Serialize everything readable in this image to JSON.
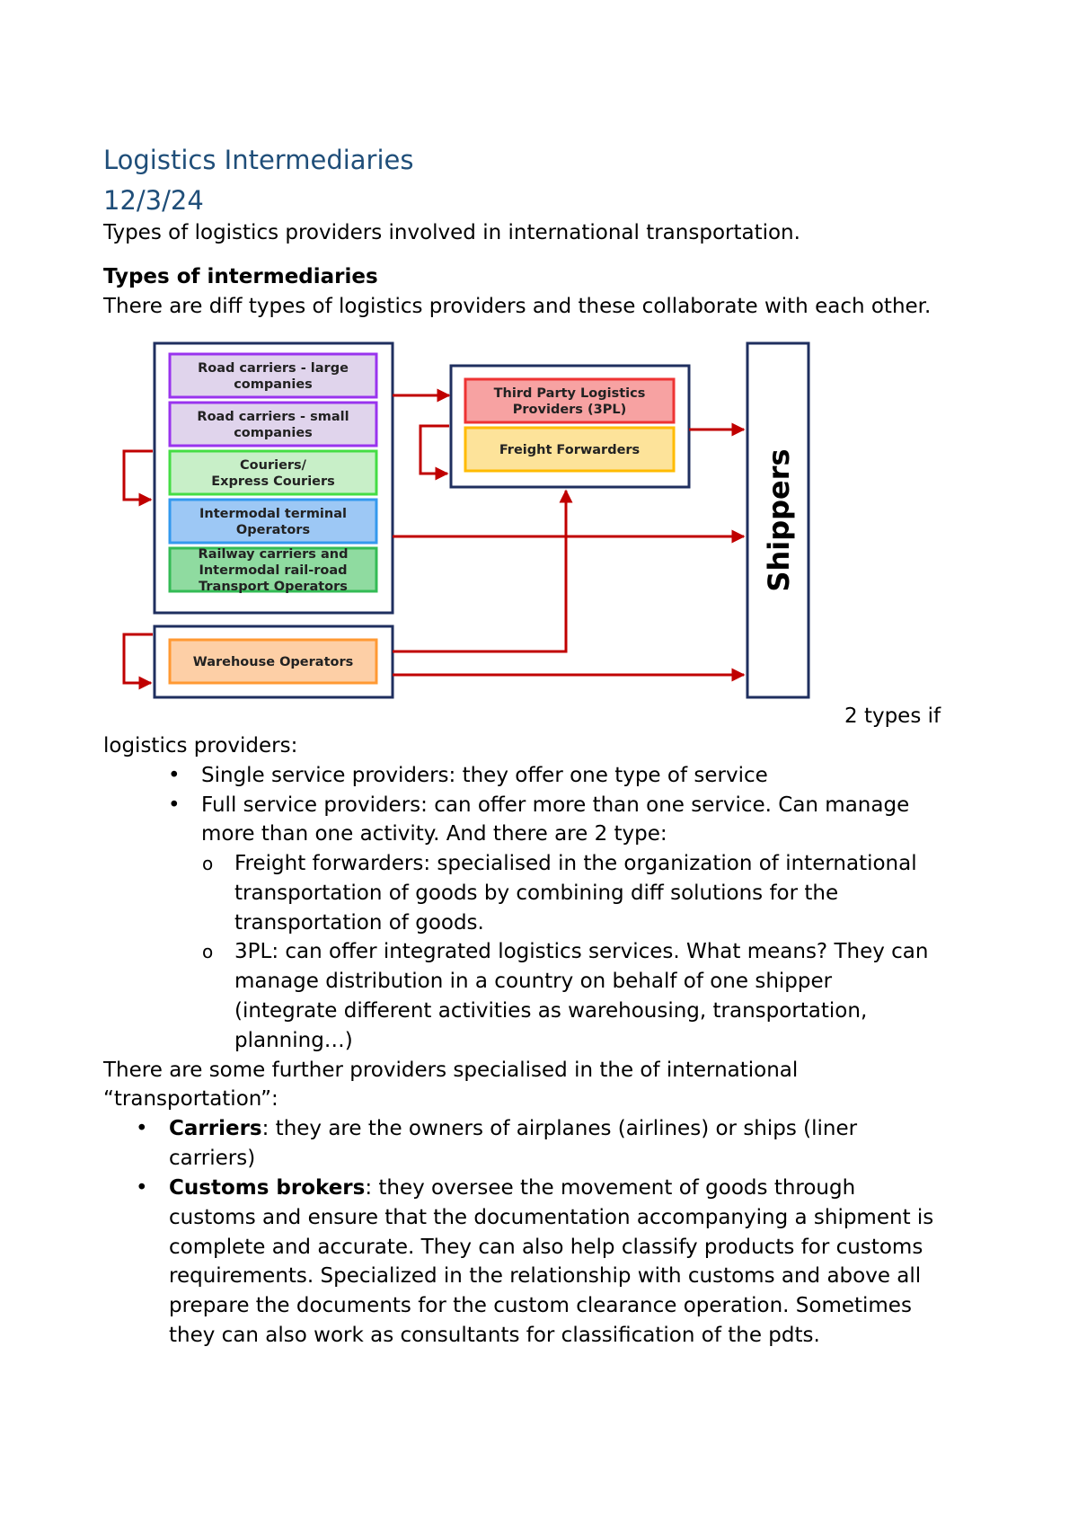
{
  "document": {
    "title": "Logistics Intermediaries",
    "date": "12/3/24",
    "intro": "Types of logistics providers involved in international transportation.",
    "section_heading": "Types of intermediaries",
    "section_text": "There are diff types of logistics providers and these collaborate with each other."
  },
  "diagram": {
    "left_boxes": [
      {
        "lines": [
          "Road carriers - large",
          "companies"
        ],
        "fill": "#e0d4ec",
        "stroke": "#9933ee"
      },
      {
        "lines": [
          "Road carriers - small",
          "companies"
        ],
        "fill": "#e0d4ec",
        "stroke": "#9933ee"
      },
      {
        "lines": [
          "Couriers/",
          "Express Couriers"
        ],
        "fill": "#c8efc8",
        "stroke": "#44dd44"
      },
      {
        "lines": [
          "Intermodal terminal",
          "Operators"
        ],
        "fill": "#9dc8f5",
        "stroke": "#3399ee"
      },
      {
        "lines": [
          "Railway carriers and",
          "Intermodal rail-road",
          "Transport Operators"
        ],
        "fill": "#8fdba0",
        "stroke": "#33bb55"
      }
    ],
    "warehouse": {
      "lines": [
        "Warehouse Operators"
      ],
      "fill": "#fdcfa6",
      "stroke": "#ff9933"
    },
    "middle_boxes": [
      {
        "lines": [
          "Third Party Logistics",
          "Providers (3PL)"
        ],
        "fill": "#f7a2a2",
        "stroke": "#ee3333"
      },
      {
        "lines": [
          "Freight Forwarders"
        ],
        "fill": "#fde39a",
        "stroke": "#ffbb00"
      }
    ],
    "shippers_label": "Shippers",
    "colors": {
      "frame": "#1f2f5f",
      "arrow": "#c00000"
    }
  },
  "body": {
    "caption_part1": "2 types if",
    "caption_part2": "logistics providers:",
    "bullets": [
      "Single service providers: they offer one type of service",
      "Full service providers: can offer more than one service. Can manage",
      "more than one activity. And there are 2 type:"
    ],
    "sub_bullets": [
      {
        "lines": [
          "Freight forwarders: specialised in the organization of international",
          "transportation of goods by combining diff solutions for the",
          "transportation of goods."
        ]
      },
      {
        "lines": [
          "3PL: can offer integrated logistics services. What means? They can",
          "manage distribution in a country on behalf of one shipper",
          "(integrate different activities as warehousing, transportation,",
          "planning…)"
        ]
      }
    ],
    "further_text": [
      "There are some further providers specialised in the of international",
      "“transportation”:"
    ],
    "carriers": {
      "term": "Carriers",
      "line1": ": they are the owners of airplanes (airlines) or ships (liner",
      "line2": "carriers)"
    },
    "customs": {
      "term": "Customs brokers",
      "line1": ": they oversee the movement of goods through",
      "rest": [
        "customs and ensure that the documentation accompanying a shipment is",
        "complete and accurate. They can also help classify products for customs",
        "requirements. Specialized in the relationship with customs and above all",
        "prepare the documents for the custom clearance operation. Sometimes",
        "they can also work as consultants for classification of the pdts."
      ]
    }
  }
}
